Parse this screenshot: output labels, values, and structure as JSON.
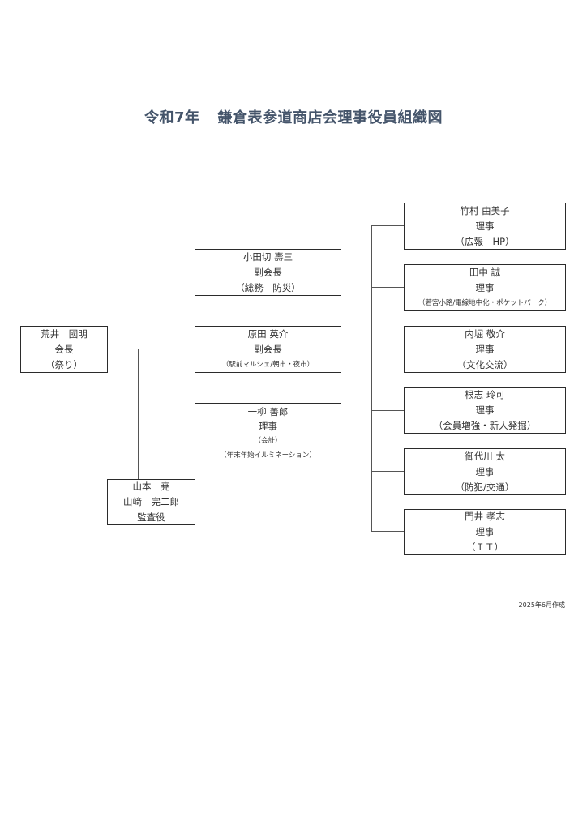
{
  "title": {
    "year": "令和7年",
    "name": "鎌倉表参道商店会理事役員組織図"
  },
  "president": {
    "name": "荒井　國明",
    "role": "会長",
    "duty": "（祭り）"
  },
  "vice_presidents": [
    {
      "name": "小田切 壽三",
      "role": "副会長",
      "duty": "（総務　防災）"
    },
    {
      "name": "原田 英介",
      "role": "副会長",
      "duty": "（駅前マルシェ/朝市・夜市）"
    },
    {
      "name": "一柳 善郎",
      "role": "理事",
      "duty": "（会計）",
      "duty2": "（年末年始イルミネーション）"
    }
  ],
  "auditor": {
    "name1": "山本　尭",
    "name2": "山﨑　完二郎",
    "role": "監査役"
  },
  "directors": [
    {
      "name": "竹村 由美子",
      "role": "理事",
      "duty": "（広報　HP）"
    },
    {
      "name": "田中 誠",
      "role": "理事",
      "duty": "（若宮小路/電線地中化・ポケットパーク）"
    },
    {
      "name": "内堀 敬介",
      "role": "理事",
      "duty": "（文化交流）"
    },
    {
      "name": "根志 玲可",
      "role": "理事",
      "duty": "（会員増強・新人発掘）"
    },
    {
      "name": "御代川 太",
      "role": "理事",
      "duty": "（防犯/交通）"
    },
    {
      "name": "門井 孝志",
      "role": "理事",
      "duty": "（ＩＴ）"
    }
  ],
  "footer": {
    "created": "2025年6月作成"
  }
}
